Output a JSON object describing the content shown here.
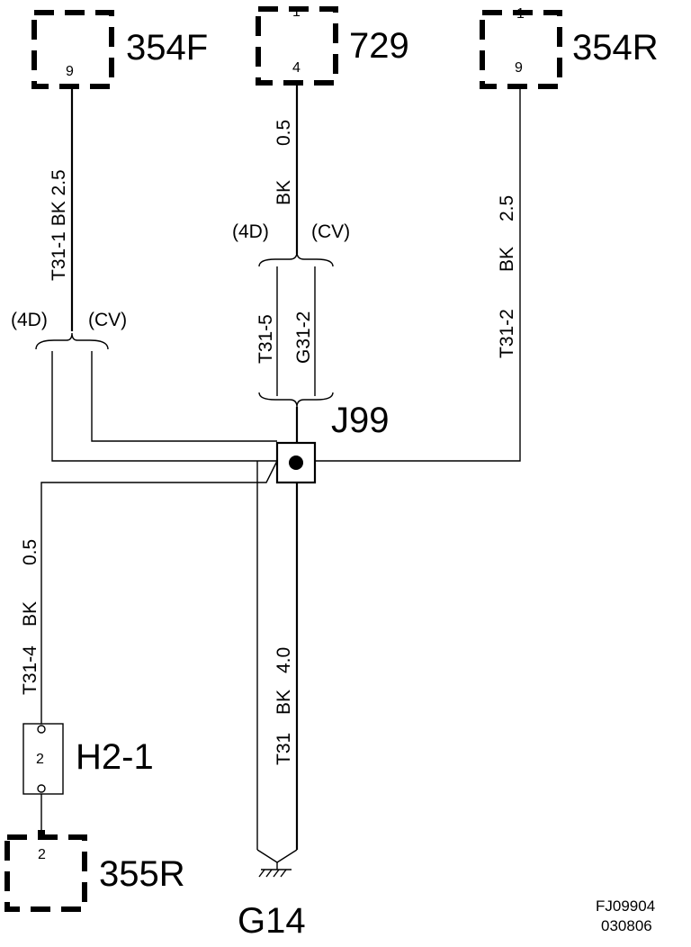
{
  "connectors": {
    "c354f": {
      "name": "354F",
      "pin": "9"
    },
    "c729": {
      "name": "729",
      "pin": "4",
      "top_pin": "1"
    },
    "c354r": {
      "name": "354R",
      "pin": "9",
      "top_pin": "1"
    },
    "c355r": {
      "name": "355R",
      "pin": "2"
    }
  },
  "component_h21": {
    "name": "H2-1",
    "pin": "2"
  },
  "splice": {
    "name": "J99"
  },
  "ground": {
    "name": "G14"
  },
  "wires": {
    "w354f": "T31-1 BK 2.5",
    "w729_bk": "BK",
    "w729_size": "0.5",
    "w354r_circuit": "T31-2",
    "w354r_color": "BK",
    "w354r_size": "2.5",
    "wh21_circuit": "T31-4",
    "wh21_color": "BK",
    "wh21_size": "0.5",
    "wg14_circuit": "T31",
    "wg14_color": "BK",
    "wg14_size": "4.0",
    "branch_t31_5": "T31-5",
    "branch_g31_2": "G31-2"
  },
  "variants": {
    "left_a": "(4D)",
    "left_b": "(CV)",
    "mid_a": "(4D)",
    "mid_b": "(CV)"
  },
  "footer": {
    "code1": "FJ09904",
    "code2": "030806"
  }
}
